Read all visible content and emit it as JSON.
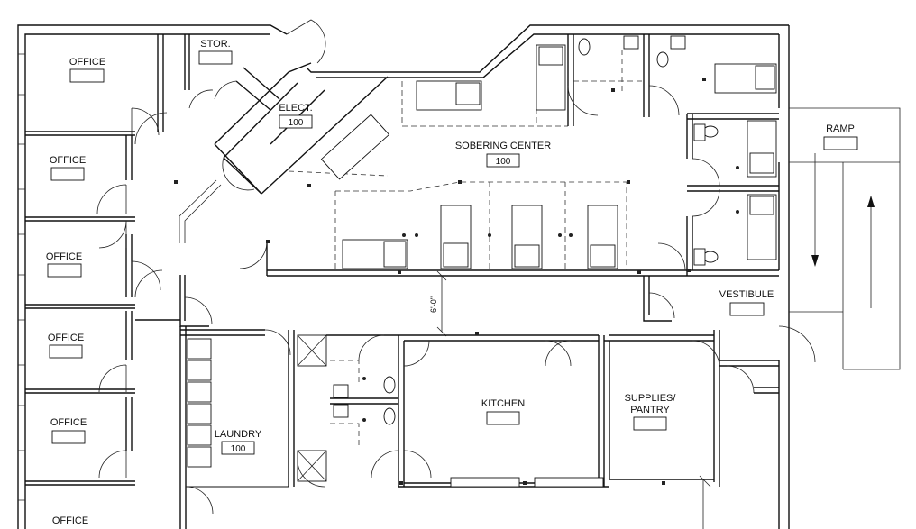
{
  "rooms": {
    "office_1": "OFFICE",
    "office_2": "OFFICE",
    "office_3": "OFFICE",
    "office_4": "OFFICE",
    "office_5": "OFFICE",
    "office_6": "OFFICE",
    "storage": "STOR.",
    "electrical": "ELECT.",
    "electrical_number": "100",
    "sobering_center": "SOBERING CENTER",
    "sobering_center_number": "100",
    "ramp": "RAMP",
    "vestibule": "VESTIBULE",
    "laundry": "LAUNDRY",
    "laundry_number": "100",
    "kitchen": "KITCHEN",
    "supplies_line1": "SUPPLIES/",
    "supplies_line2": "PANTRY"
  },
  "dimensions": {
    "corridor_width": "6'-0\""
  }
}
